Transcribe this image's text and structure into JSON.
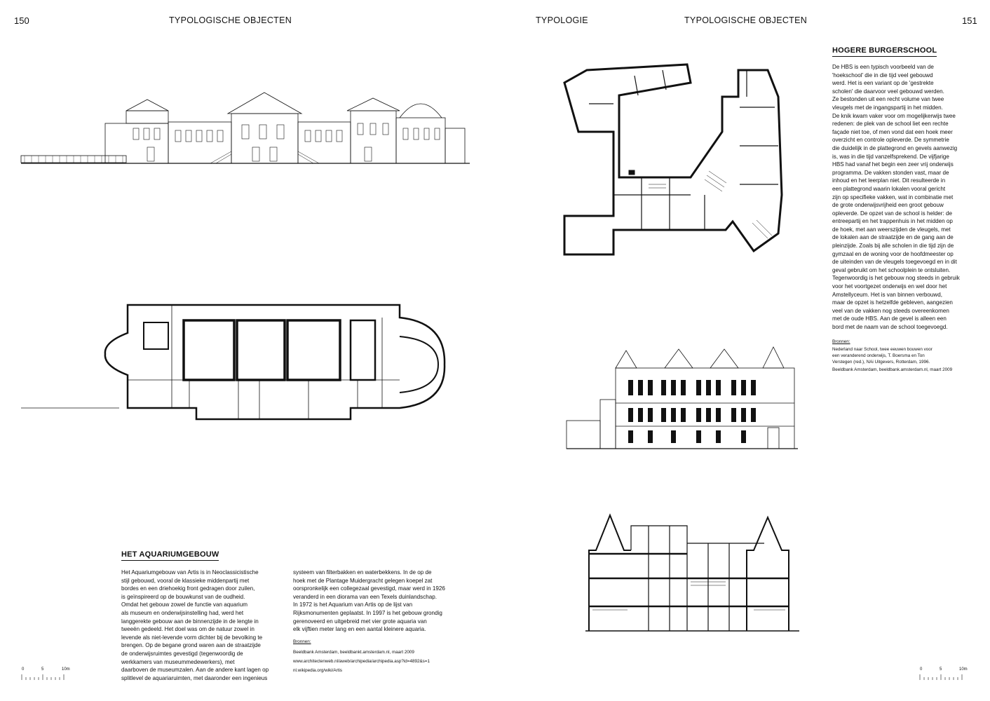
{
  "left_page": {
    "page_number": "150",
    "running_head": "TYPOLOGISCHE OBJECTEN",
    "section": {
      "heading": "HET AQUARIUMGEBOUW",
      "column1": "Het Aquariumgebouw van Artis is in Neoclassicistische\nstijl gebouwd, vooral de klassieke middenpartij met\nbordes en een driehoekig front gedragen door zuilen,\nis geïnspireerd op de bouwkunst van de oudheid.\nOmdat het gebouw zowel de functie van aquarium\nals museum en onderwijsinstelling had, werd het\nlanggerekte gebouw aan de binnenzijde in de lengte in\ntweeën gedeeld. Het doel was om de natuur zowel in\nlevende als niet-levende vorm dichter bij de bevolking te\nbrengen. Op de begane grond waren aan de straatzijde\nde onderwijsruimtes gevestigd (tegenwoordig de\nwerkkamers van museummedewerkers), met\ndaarboven de museumzalen. Aan de andere kant lagen op\nsplitlevel de aquariaruimten, met daaronder een ingenieus",
      "column2": "systeem van filterbakken en waterbekkens. In de op de\nhoek met de Plantage Muidergracht gelegen koepel zat\noorspronkelijk een collegezaal gevestigd, maar werd in 1926\nveranderd in een diorama van een Texels duinlandschap.\nIn 1972 is het Aquarium van Artis op de lijst van\nRijksmonumenten geplaatst. In 1997 is het gebouw grondig\ngerenoveerd en uitgebreid met vier grote aquaria van\nelk vijftien meter lang en een aantal kleinere aquaria.",
      "sources_label": "Bronnen:",
      "sources": [
        "Beeldbank Amsterdam, beeldbankt.amsterdam.nl, maart 2009",
        "www.architectenweb.nl/aweb/archipedia/archipedia.asp?id=4892&s=1",
        "nl.wikipedia.org/wiki/Artis"
      ]
    },
    "scale_labels": [
      "0",
      "5",
      "10m"
    ]
  },
  "right_page": {
    "page_number": "151",
    "running_head_left": "TYPOLOGIE",
    "running_head": "TYPOLOGISCHE OBJECTEN",
    "section": {
      "heading": "HOGERE BURGERSCHOOL",
      "body": "De HBS is een typisch voorbeeld van de\n'hoekschool' die in die tijd veel gebouwd\nwerd. Het is een variant op de 'gestrekte\nscholen' die daarvoor veel gebouwd werden.\nZe bestonden uit een recht volume van twee\nvleugels met de ingangspartij in het midden.\nDe knik kwam vaker voor om mogelijkerwijs twee\nredenen: de plek van de school liet een rechte\nfaçade niet toe, of men vond dat een hoek meer\noverzicht en controle opleverde. De symmetrie\ndie duidelijk in de plattegrond en gevels aanwezig\nis, was in die tijd vanzelfsprekend. De vijfjarige\nHBS had vanaf het begin een zeer vrij onderwijs\nprogramma. De vakken stonden vast, maar de\ninhoud en het leerplan niet. Dit resulteerde in\neen plattegrond waarin lokalen vooral gericht\nzijn op specifieke vakken, wat in combinatie met\nde grote onderwijsvrijheid een groot gebouw\nopleverde. De opzet van de school is helder: de\nentreepartij en het trappenhuis in het midden op\nde hoek, met aan weerszijden de vleugels, met\nde lokalen aan de straatzijde en de gang aan de\npleinzijde. Zoals bij alle scholen in die tijd zijn de\ngymzaal en de woning voor de hoofdmeester op\nde uiteinden van de vleugels toegevoegd en in dit\ngeval gebruikt om het schoolplein te ontsluiten.\nTegenwoordig is het gebouw nog steeds in gebruik\nvoor het voortgezet onderwijs en wel door het\nAmstellyceum. Het is van binnen verbouwd,\nmaar de opzet is hetzelfde gebleven, aangezien\nveel van de vakken nog steeds overeenkomen\nmet de oude HBS. Aan de gevel is alleen een\nbord met de naam van de school toegevoegd.",
      "sources_label": "Bronnen:",
      "sources": [
        "Nederland naar School, twee eeuwen bouwen voor\neen veranderend onderwijs, T. Boersma en Ton\nVerstegen (red.), NAi Uitgevers, Rotterdam, 1996.",
        "Beeldbank Amsterdam, beeldbank.amsterdam.nl, maart 2009"
      ]
    },
    "scale_labels": [
      "0",
      "5",
      "10m"
    ]
  }
}
